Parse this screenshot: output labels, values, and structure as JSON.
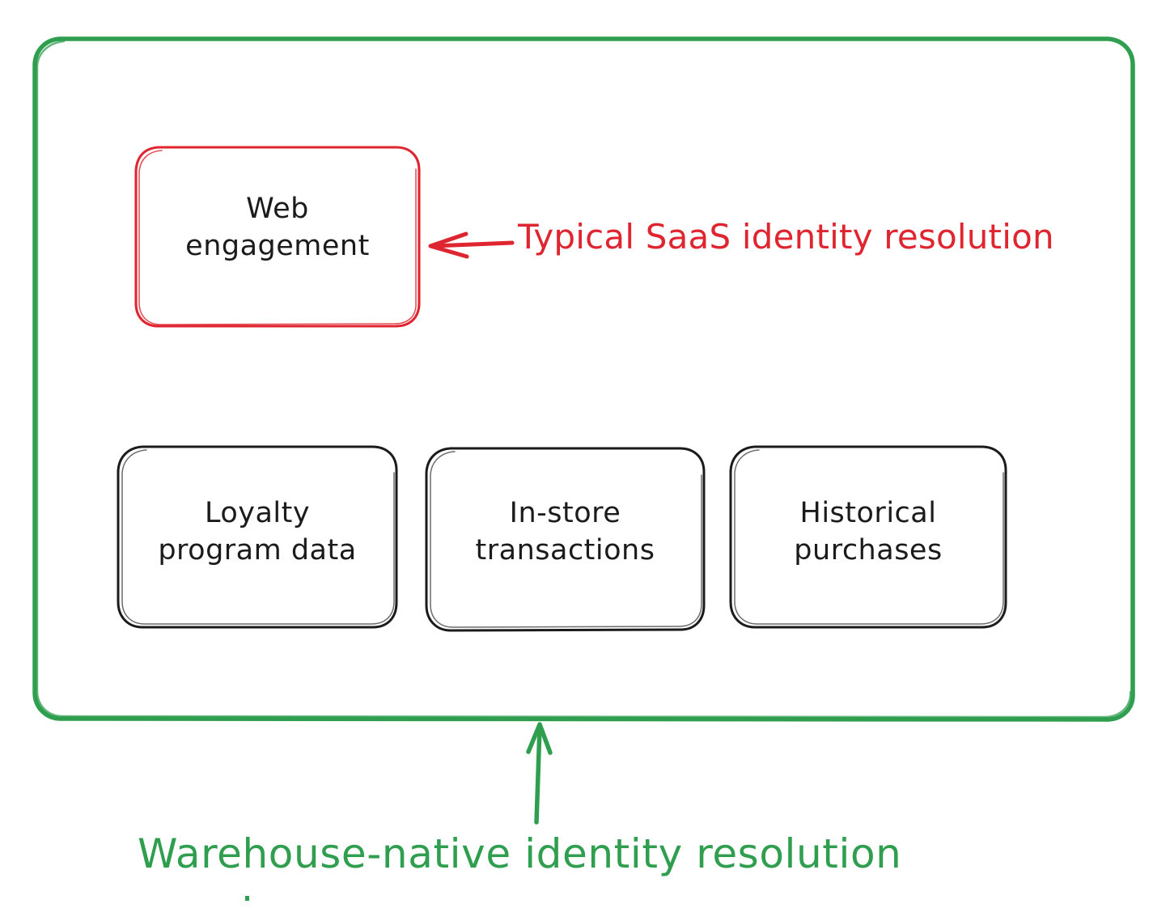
{
  "diagram": {
    "type": "hand-drawn-grouping-diagram",
    "background_color": "#ffffff",
    "container": {
      "name": "warehouse-native-boundary",
      "stroke_color": "#2f9e4f",
      "callout": "Warehouse-native identity resolution",
      "callout_color": "#2f9e4f"
    },
    "highlight": {
      "name": "typical-saas-scope",
      "stroke_color": "#de2530",
      "callout": "Typical SaaS identity resolution",
      "callout_color": "#de2530"
    },
    "nodes": [
      {
        "id": "web-engagement",
        "label": "Web\nengagement",
        "stroke_color": "#de2530",
        "in_saas_scope": true
      },
      {
        "id": "loyalty-program-data",
        "label": "Loyalty\nprogram data",
        "stroke_color": "#1b1b1b",
        "in_saas_scope": false
      },
      {
        "id": "in-store-transactions",
        "label": "In-store\ntransactions",
        "stroke_color": "#1b1b1b",
        "in_saas_scope": false
      },
      {
        "id": "historical-purchases",
        "label": "Historical\npurchases",
        "stroke_color": "#1b1b1b",
        "in_saas_scope": false
      }
    ],
    "arrows": [
      {
        "id": "saas-callout-arrow",
        "direction": "left",
        "color": "#de2530",
        "from": "typical-saas-label",
        "to": "web-engagement"
      },
      {
        "id": "warehouse-callout-arrow",
        "direction": "up",
        "color": "#2f9e4f",
        "from": "warehouse-native-label",
        "to": "warehouse-native-boundary"
      }
    ]
  }
}
